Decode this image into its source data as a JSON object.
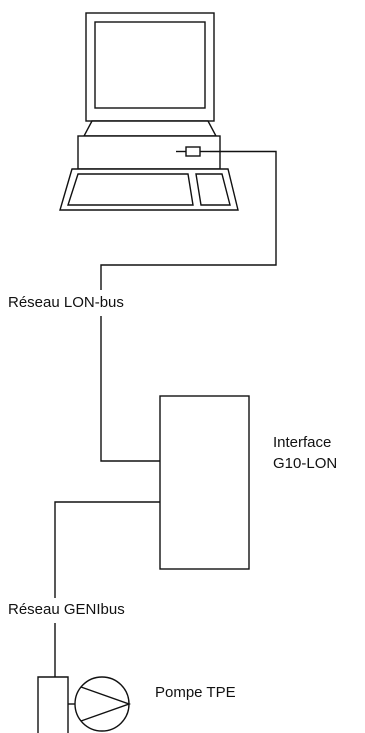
{
  "diagram": {
    "computer_icon": "desktop-computer-icon",
    "pump_icon": "pump-icon",
    "labels": {
      "lon_network": "Réseau LON-bus",
      "interface_line1": "Interface",
      "interface_line2": "G10-LON",
      "geni_network": "Réseau GENIbus",
      "pump": "Pompe TPE"
    }
  }
}
